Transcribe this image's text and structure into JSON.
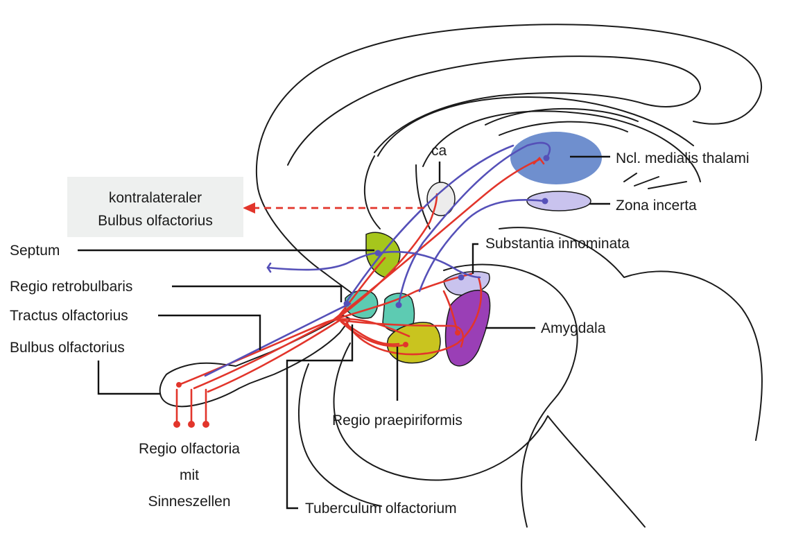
{
  "labels": {
    "ca": "ca",
    "ncl_medialis_thalami": "Ncl. medialis thalami",
    "kontralateraler_line1": "kontralateraler",
    "kontralateraler_line2": "Bulbus olfactorius",
    "zona_incerta": "Zona incerta",
    "substantia_innominata": "Substantia innominata",
    "septum": "Septum",
    "regio_retrobulbaris": "Regio retrobulbaris",
    "tractus_olfactorius": "Tractus olfactorius",
    "bulbus_olfactorius": "Bulbus olfactorius",
    "amygdala": "Amygdala",
    "regio_praepiriformis": "Regio praepiriformis",
    "regio_olfactoria_line1": "Regio olfactoria",
    "regio_olfactoria_line2": "mit",
    "regio_olfactoria_line3": "Sinneszellen",
    "tuberculum_olfactorium": "Tuberculum olfactorium"
  },
  "colors": {
    "afferent_pathway": "#e2352b",
    "efferent_pathway": "#5550b8",
    "ncl_medialis_thalami": "#6f8fce",
    "zona_incerta": "#c9c3ee",
    "septum": "#a6c61c",
    "regio_retrobulbaris": "#5dcbb2",
    "tuberculum_olfactorium": "#5dcbb2",
    "regio_praepiriformis": "#c9c41f",
    "amygdala": "#9a3fb6",
    "substantia_innominata": "#c9c3ee",
    "commissura_anterior": "#ececec"
  }
}
